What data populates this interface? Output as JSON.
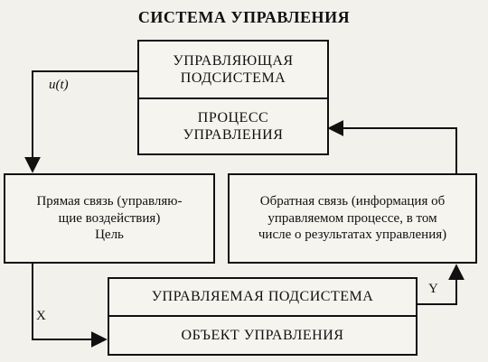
{
  "title": "СИСТЕМА УПРАВЛЕНИЯ",
  "top_box": {
    "upper": "УПРАВЛЯЮЩАЯ\nПОДСИСТЕМА",
    "lower": "ПРОЦЕСС\nУПРАВЛЕНИЯ"
  },
  "left_box": {
    "text": "Прямая связь (управляю-\nщие воздействия)\nЦель"
  },
  "right_box": {
    "text": "Обратная связь (информация об\nуправляемом процессе, в том\nчисле о результатах управления)"
  },
  "bottom_box": {
    "upper": "УПРАВЛЯЕМАЯ ПОДСИСТЕМА",
    "lower": "ОБЪЕКТ УПРАВЛЕНИЯ"
  },
  "labels": {
    "u": "u(t)",
    "x": "X",
    "y": "Y"
  }
}
